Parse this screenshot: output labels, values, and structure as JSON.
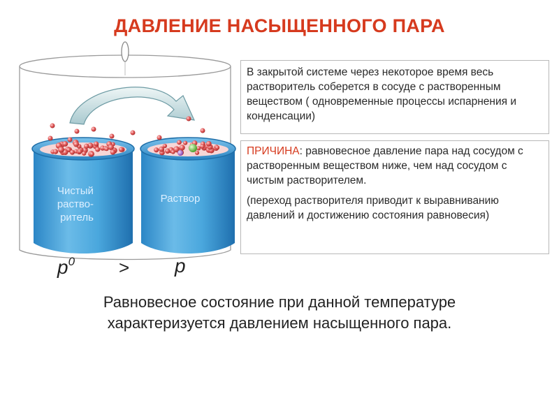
{
  "title": "ДАВЛЕНИЕ НАСЫЩЕННОГО ПАРА",
  "diagram": {
    "left_beaker_label": [
      "Чистый",
      "раство-",
      "ритель"
    ],
    "right_beaker_label": "Раствор",
    "pressure_left_symbol": "p",
    "pressure_left_superscript": "0",
    "comparison_symbol": ">",
    "pressure_right_symbol": "p"
  },
  "box1": {
    "text": "В закрытой системе через некоторое время весь растворитель соберется в сосуде с растворенным веществом ( одновременные процессы испарнения и конденсации)"
  },
  "box2": {
    "label": "ПРИЧИНА",
    "text": ": равновесное давление пара над сосудом с растворенным веществом ниже, чем над сосудом с чистым растворителем.",
    "note": "(переход растворителя приводит к выравниванию давлений и достижению состояния равновесия)"
  },
  "bottom_text": {
    "line1": "Равновесное состояние при данной температуре",
    "line2": "характеризуется давлением насыщенного пара."
  },
  "colors": {
    "title": "#d63a1e",
    "accent": "#d63a1e",
    "beaker_blue": "#3a9ad6",
    "molecule_red": "#d9484a",
    "border": "#b8b8b8"
  }
}
